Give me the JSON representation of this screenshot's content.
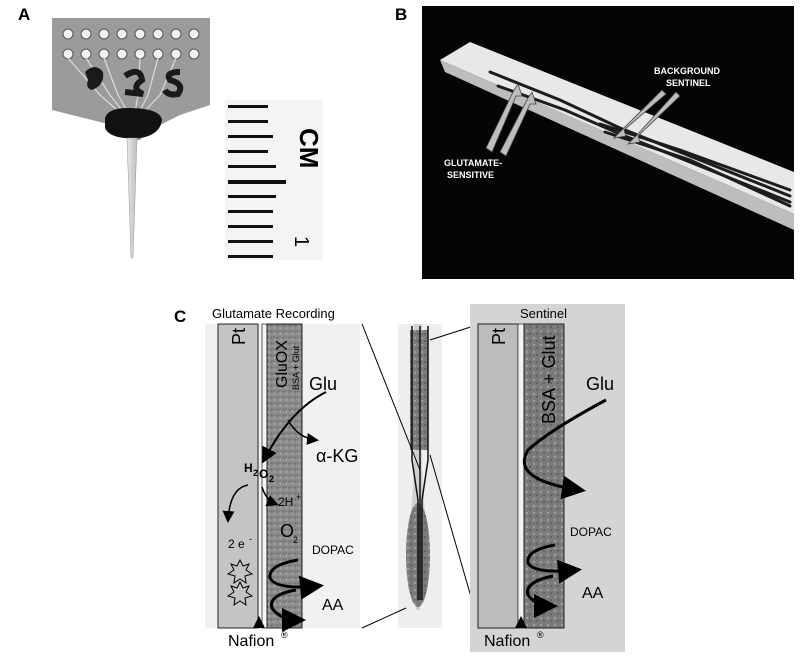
{
  "panels": {
    "a": {
      "letter": "A",
      "ruler_unit": "CM",
      "ruler_mark": "1",
      "chip_label": "9 2 5"
    },
    "b": {
      "letter": "B",
      "label_background": [
        "BACKGROUND",
        "SENTINEL"
      ],
      "label_glutamate": [
        "GLUTAMATE-",
        "SENSITIVE"
      ]
    },
    "c": {
      "letter": "C",
      "left_title": "Glutamate Recording",
      "right_title": "Sentinel",
      "pt": "Pt",
      "gluox": "GluOX",
      "bsa_glut_small": "BSA + Glut",
      "bsa_glut": "BSA + Glut",
      "glu": "Glu",
      "akg": "α-KG",
      "h2o2_h": "H",
      "h2o2_sub2": "2",
      "h2o2_o": "O",
      "h2o2_sub2b": "2",
      "twoH": "2H",
      "twoH_sup": "+",
      "o2_o": "O",
      "o2_sub": "2",
      "electrons": "2 e",
      "electrons_sup": "-",
      "dopac": "DOPAC",
      "aa": "AA",
      "nafion": "Nafion",
      "nafion_sup": "®"
    }
  }
}
